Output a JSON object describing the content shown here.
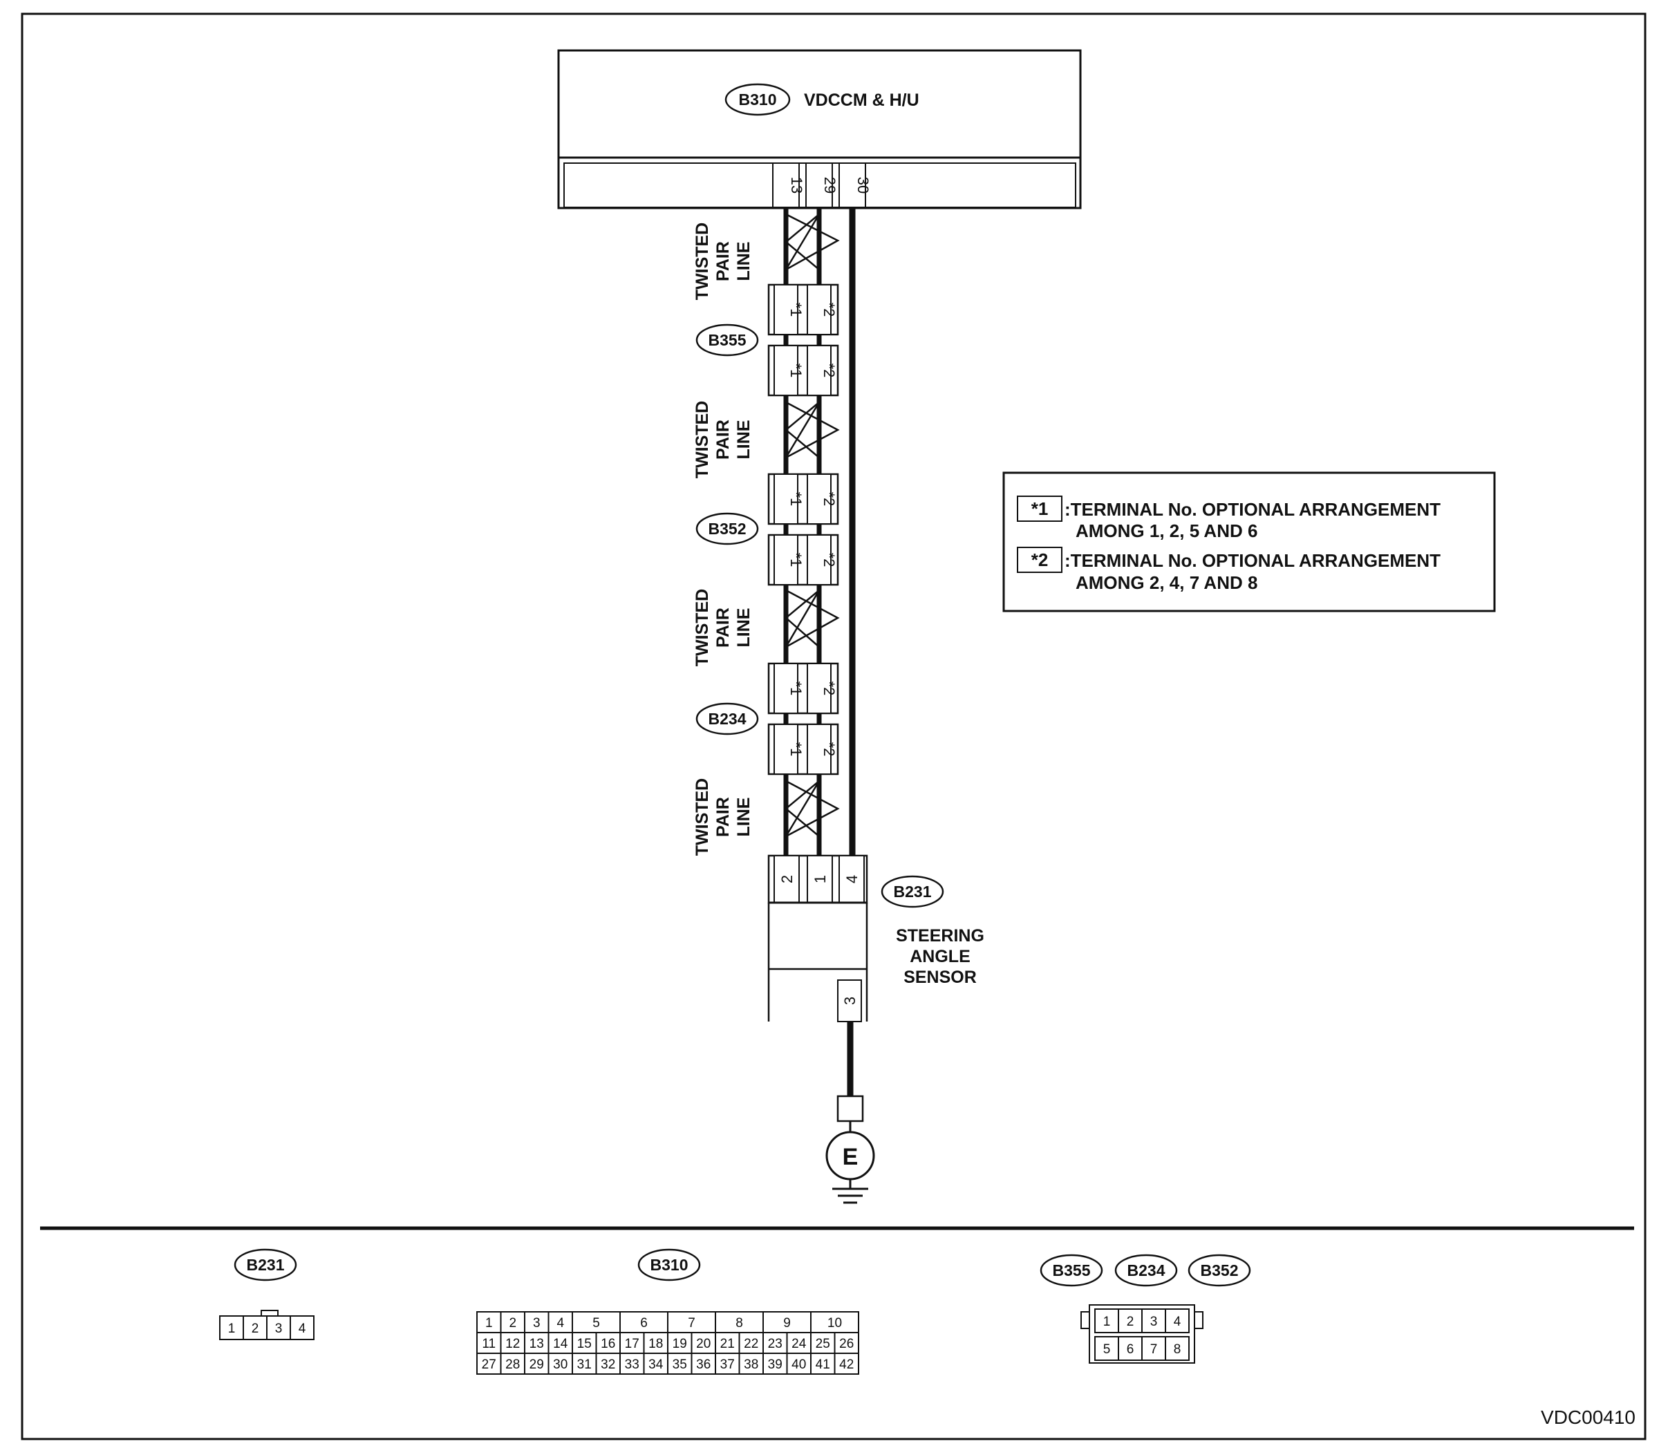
{
  "main_unit": {
    "connector": "B310",
    "name": "VDCCM & H/U",
    "pins": [
      "13",
      "29",
      "30"
    ]
  },
  "twisted_pair_label": {
    "line1": "TWISTED",
    "line2": "PAIR",
    "line3": "LINE"
  },
  "intermediate_connectors": [
    {
      "id": "B355",
      "pins": [
        "*1",
        "*2"
      ]
    },
    {
      "id": "B352",
      "pins": [
        "*1",
        "*2"
      ]
    },
    {
      "id": "B234",
      "pins": [
        "*1",
        "*2"
      ]
    }
  ],
  "sensor": {
    "connector": "B231",
    "name_line1": "STEERING",
    "name_line2": "ANGLE",
    "name_line3": "SENSOR",
    "pins": [
      "2",
      "1",
      "4"
    ],
    "ground_pin": "3"
  },
  "ground_label": "E",
  "legend": [
    {
      "mark": "*1",
      "line1": ":TERMINAL No. OPTIONAL ARRANGEMENT",
      "line2": "AMONG 1, 2, 5 AND 6"
    },
    {
      "mark": "*2",
      "line1": ":TERMINAL No. OPTIONAL ARRANGEMENT",
      "line2": "AMONG 2, 4, 7 AND 8"
    }
  ],
  "connector_views": {
    "b231": {
      "label": "B231",
      "pins": [
        "1",
        "2",
        "3",
        "4"
      ]
    },
    "b310": {
      "label": "B310",
      "row1": [
        "1",
        "2",
        "3",
        "4",
        "5",
        "6",
        "7",
        "8",
        "9",
        "10"
      ],
      "row2": [
        "11",
        "12",
        "13",
        "14",
        "15",
        "16",
        "17",
        "18",
        "19",
        "20",
        "21",
        "22",
        "23",
        "24",
        "25",
        "26"
      ],
      "row3": [
        "27",
        "28",
        "29",
        "30",
        "31",
        "32",
        "33",
        "34",
        "35",
        "36",
        "37",
        "38",
        "39",
        "40",
        "41",
        "42"
      ]
    },
    "b355_group": {
      "labels": [
        "B355",
        "B234",
        "B352"
      ],
      "row1": [
        "1",
        "2",
        "3",
        "4"
      ],
      "row2": [
        "5",
        "6",
        "7",
        "8"
      ]
    }
  },
  "figure_code": "VDC00410"
}
